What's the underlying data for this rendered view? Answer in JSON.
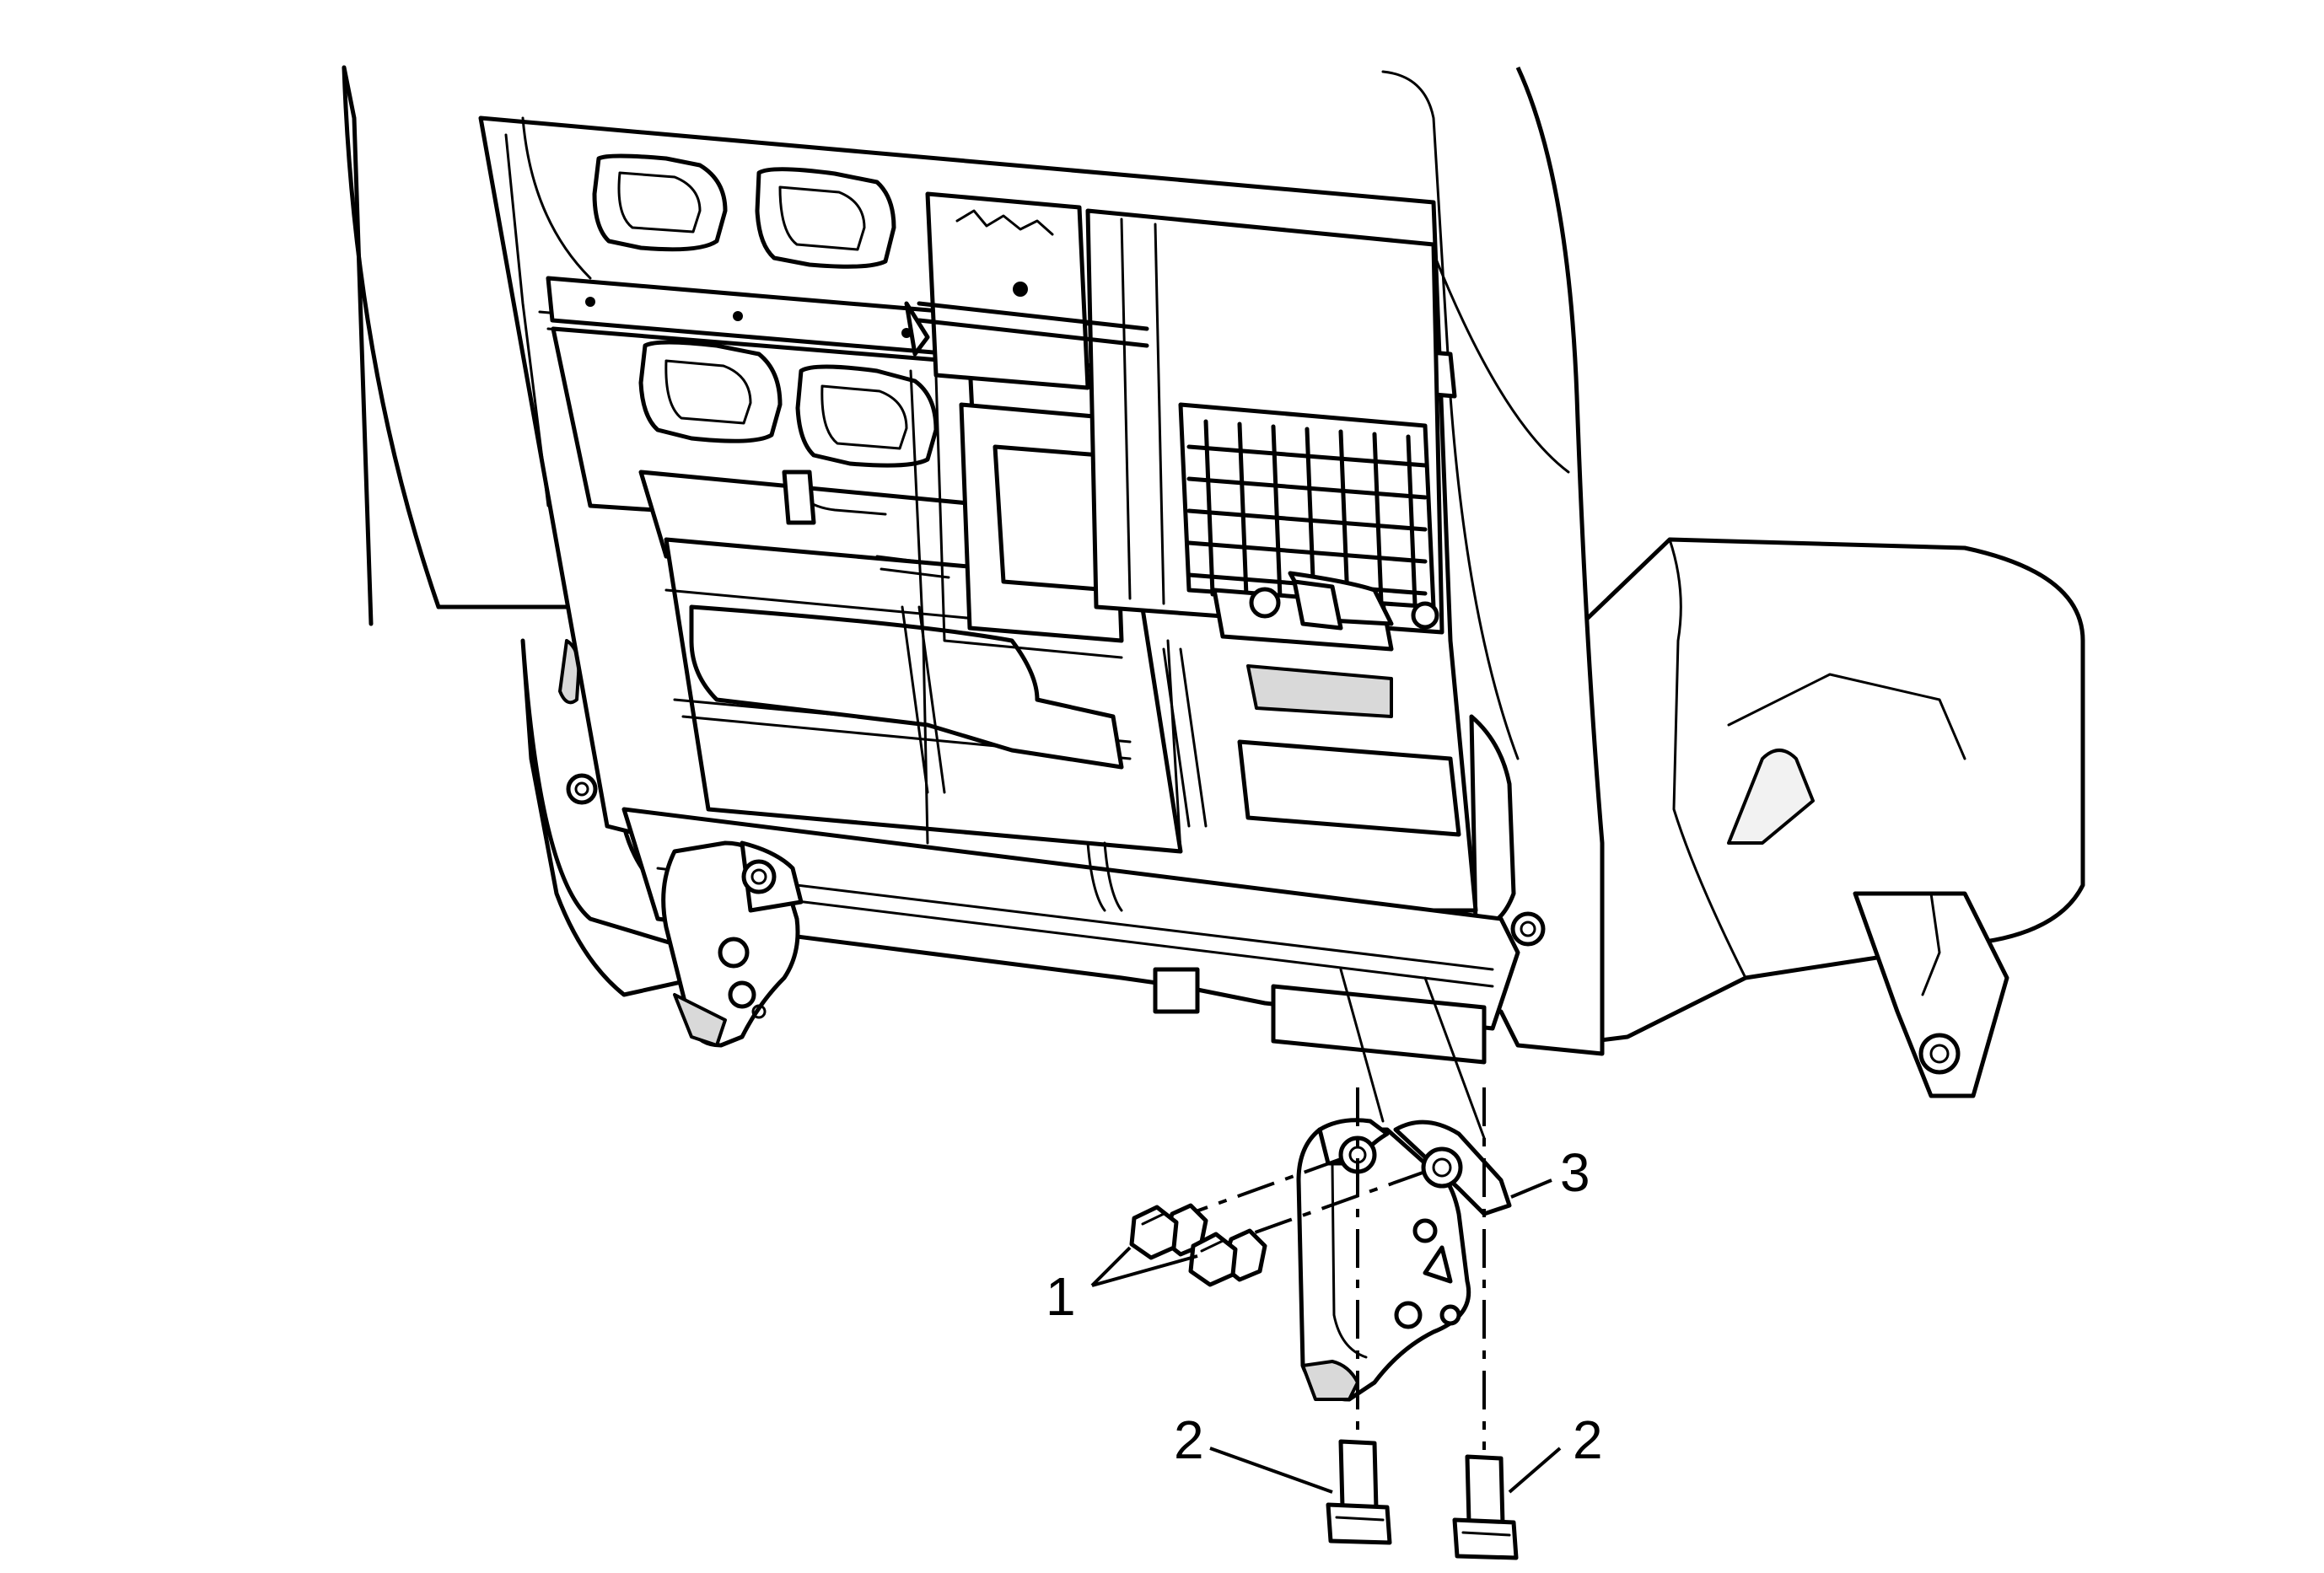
{
  "callouts": [
    {
      "id": "c1",
      "label": "1"
    },
    {
      "id": "c2a",
      "label": "2"
    },
    {
      "id": "c2b",
      "label": "2"
    },
    {
      "id": "c3",
      "label": "3"
    }
  ],
  "colors": {
    "line": "#000000",
    "background": "#ffffff",
    "shade": "#d9d9d9"
  }
}
